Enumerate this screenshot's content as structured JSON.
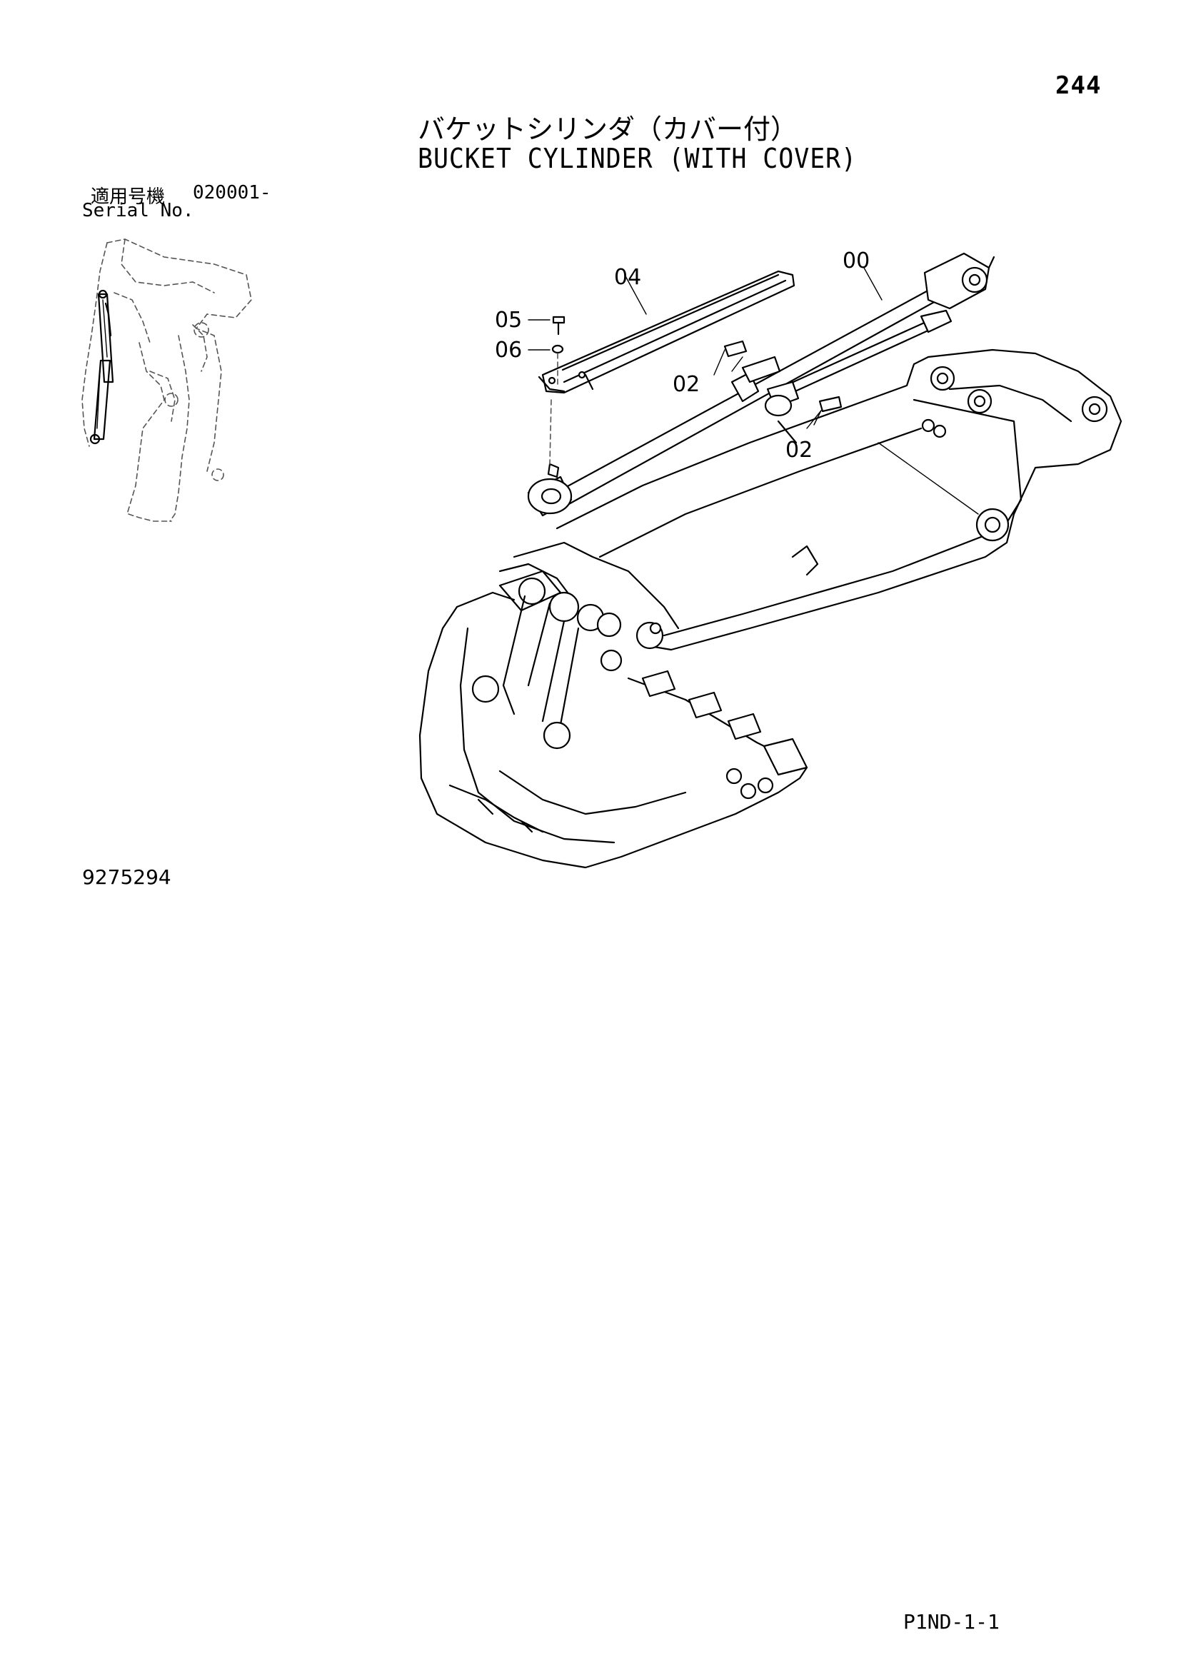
{
  "page_number": "244",
  "title_jp": "バケットシリンダ（カバー付）",
  "title_en": "BUCKET CYLINDER (WITH COVER)",
  "serial": {
    "label_jp": "適用号機",
    "number": "020001-",
    "label_en": "Serial No."
  },
  "drawing_number": "9275294",
  "page_code": "P1ND-1-1",
  "callouts": {
    "c00": "00",
    "c02a": "02",
    "c02b": "02",
    "c04": "04",
    "c05": "05",
    "c06": "06"
  }
}
